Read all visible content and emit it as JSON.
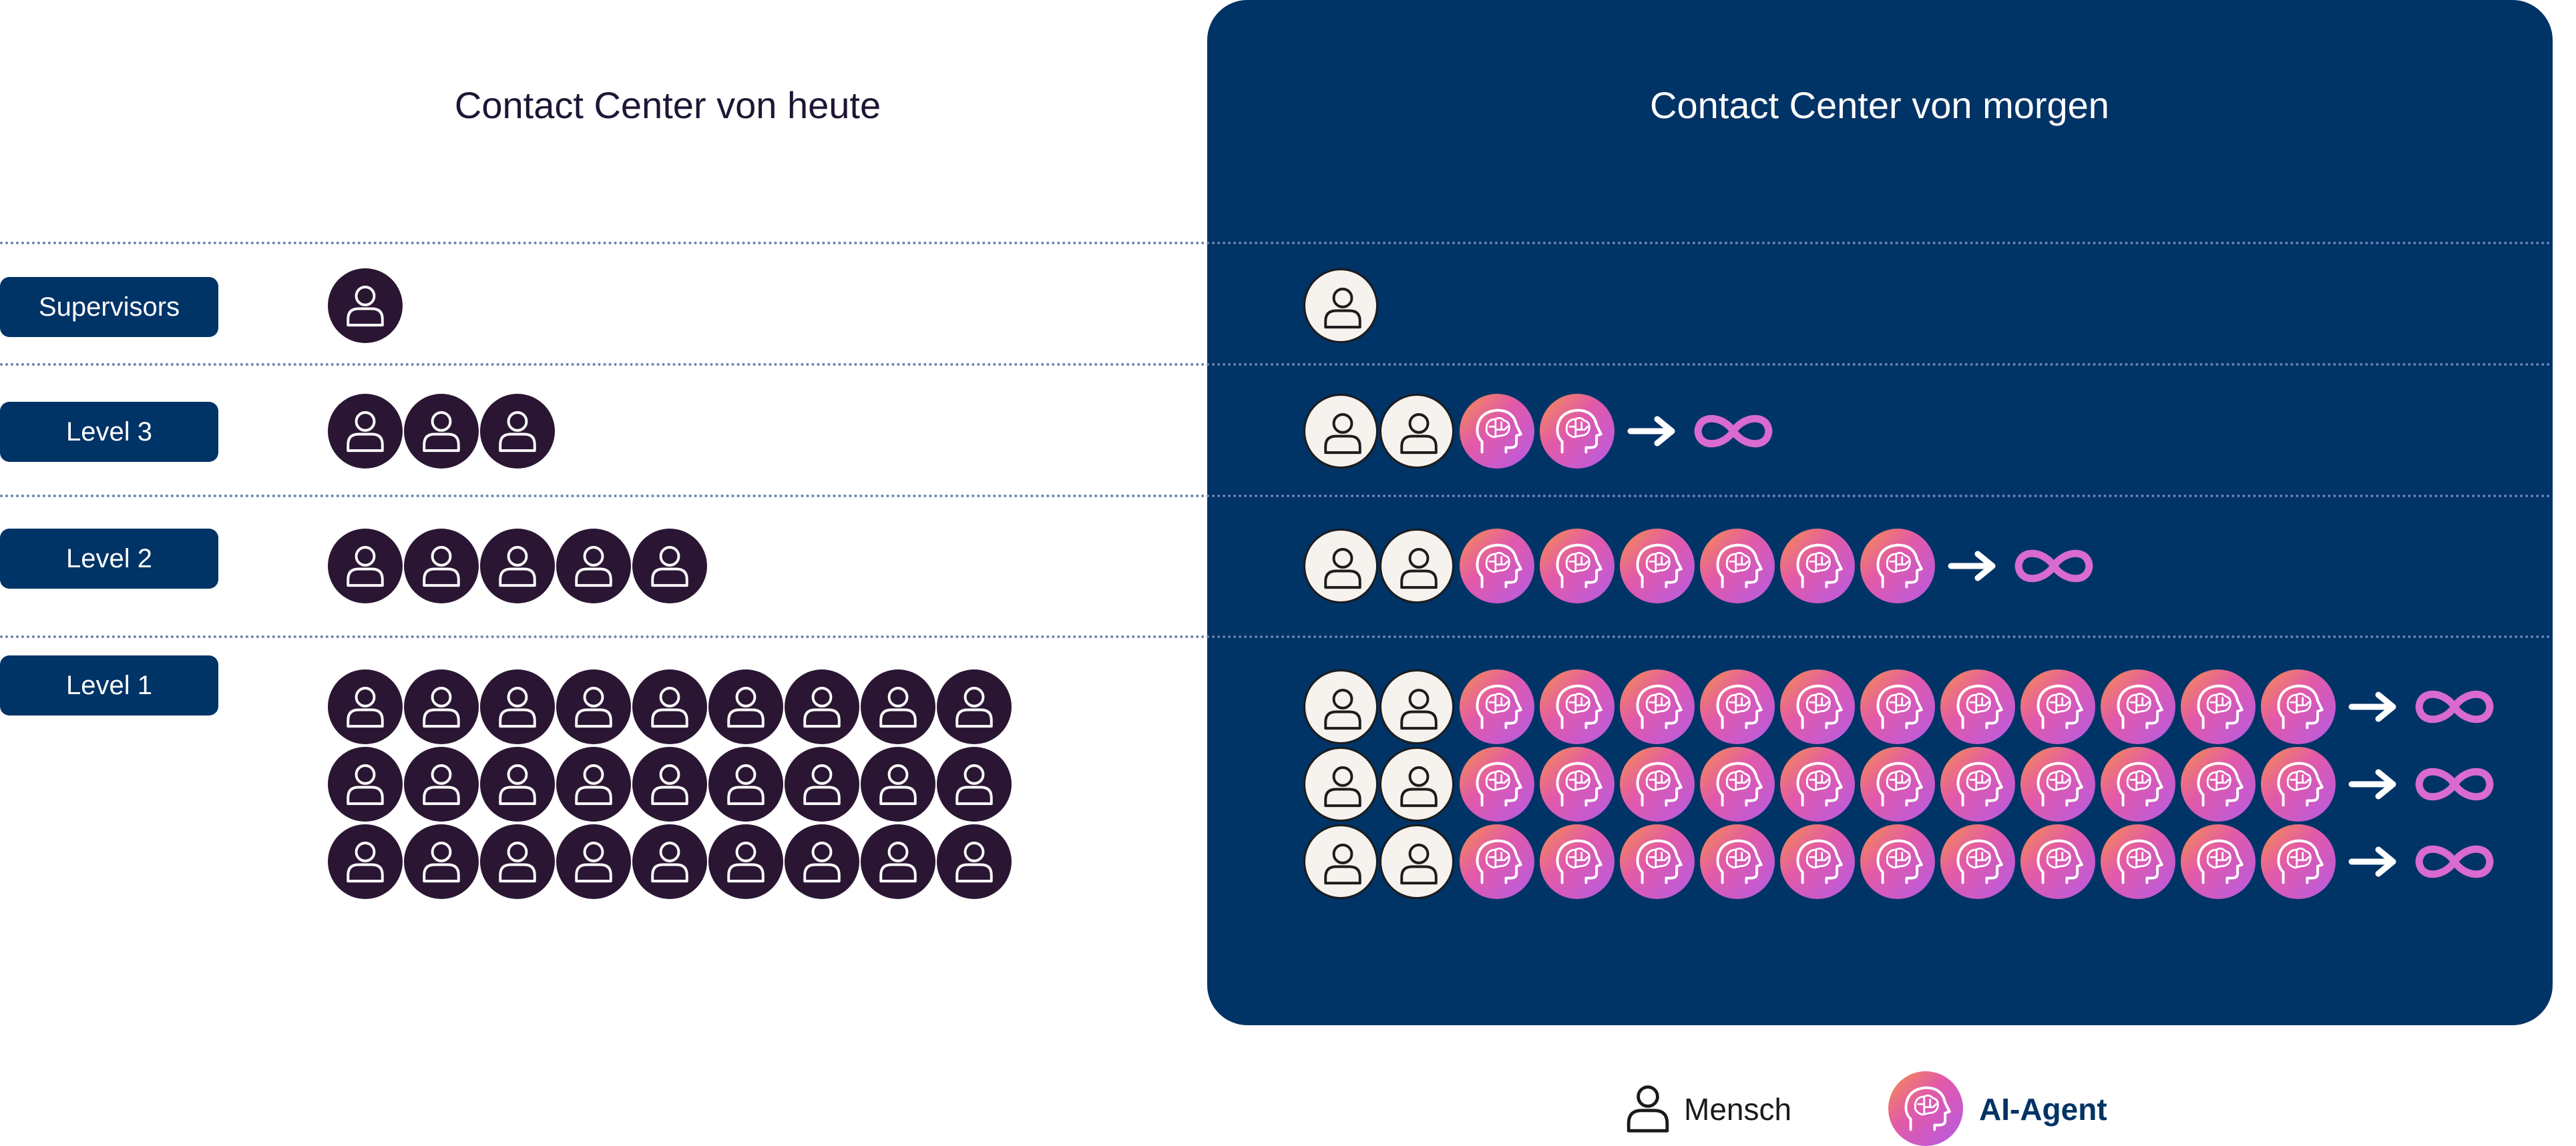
{
  "titles": {
    "today": "Contact Center von heute",
    "tomorrow": "Contact Center von morgen"
  },
  "colors": {
    "panel": "#003366",
    "human_today": "#2a1633",
    "human_tomorrow": "#f6f2ee",
    "ai_gradient": [
      "#f6904a",
      "#e25aa8",
      "#b55be6"
    ],
    "infinity": "#d86ad0",
    "divider": "#6b84b0"
  },
  "levels": [
    {
      "label": "Supervisors",
      "today_humans": [
        1
      ],
      "tomorrow_rows": [
        {
          "humans": 1,
          "ai_agents": 0,
          "infinite": false
        }
      ]
    },
    {
      "label": "Level 3",
      "today_humans": [
        3
      ],
      "tomorrow_rows": [
        {
          "humans": 2,
          "ai_agents": 2,
          "infinite": true
        }
      ]
    },
    {
      "label": "Level 2",
      "today_humans": [
        5
      ],
      "tomorrow_rows": [
        {
          "humans": 2,
          "ai_agents": 6,
          "infinite": true
        }
      ]
    },
    {
      "label": "Level 1",
      "today_humans": [
        9,
        9,
        9
      ],
      "tomorrow_rows": [
        {
          "humans": 2,
          "ai_agents": 11,
          "infinite": true
        },
        {
          "humans": 2,
          "ai_agents": 11,
          "infinite": true
        },
        {
          "humans": 2,
          "ai_agents": 11,
          "infinite": true
        }
      ]
    }
  ],
  "legend": {
    "human_icon": "person-outline-icon",
    "human_label": "Mensch",
    "ai_icon": "ai-brain-head-icon",
    "ai_label": "AI-Agent"
  }
}
